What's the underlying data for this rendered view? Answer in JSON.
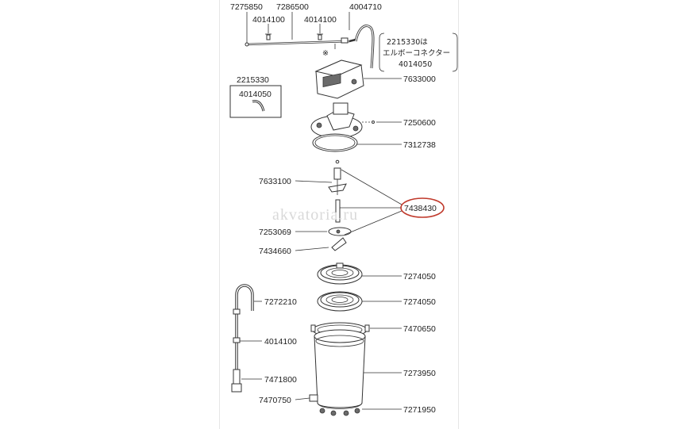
{
  "parts": {
    "p7275850": "7275850",
    "p7286500": "7286500",
    "p4014100a": "4014100",
    "p4014100b": "4014100",
    "p4004710": "4004710",
    "elbow_note_1": "2215330は",
    "elbow_note_2": "エルボーコネクター",
    "elbow_note_3": "4014050",
    "p7633000": "7633000",
    "box2215330": "2215330",
    "box4014050": "4014050",
    "p7250600": "7250600",
    "p7312738": "7312738",
    "p7633100": "7633100",
    "p7438430": "7438430",
    "p7253069": "7253069",
    "p7434660": "7434660",
    "p7274050a": "7274050",
    "p7272210": "7272210",
    "p7274050b": "7274050",
    "p7470650": "7470650",
    "p4014100c": "4014100",
    "p7273950": "7273950",
    "p7471800": "7471800",
    "p7470750": "7470750",
    "p7271950": "7271950",
    "asterisk": "※"
  },
  "watermark": "akvatoria.ru",
  "colors": {
    "highlight": "#c0392b",
    "line": "#333333",
    "watermark": "#d9d9d9"
  }
}
